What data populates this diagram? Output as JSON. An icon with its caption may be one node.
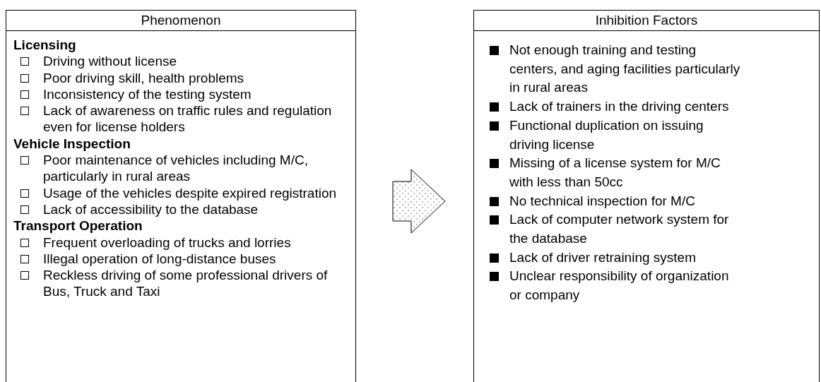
{
  "diagram": {
    "nodes": [
      {
        "text": [
          "Phenomenon",
          "Licensing",
          "Driving without license",
          "Poor driving skill, health problems",
          "Inconsistency of the testing system",
          "Lack of awareness on traffic rules and regulation even for license holders",
          "Vehicle Inspection",
          "Poor maintenance of vehicles including M/C, particularly in rural areas",
          "Usage of the vehicles despite expired registration",
          "Lack of accessibility to the database",
          "Transport Operation",
          "Frequent overloading of trucks and lorries",
          "Illegal operation of long-distance buses",
          "Reckless driving of some professional drivers of Bus, Truck and Taxi"
        ]
      },
      {
        "text": [
          "Inhibition Factors",
          "Not enough training and testing centers, and aging facilities particularly in rural areas",
          "Lack of trainers in the driving centers",
          "Functional duplication on issuing driving license",
          "Missing of a license system for M/C with less than 50cc",
          "No technical inspection for M/C",
          "Lack of computer network system for the database",
          "Lack of driver retraining system",
          "Unclear responsibility of organization or company"
        ]
      }
    ],
    "edges": [
      {
        "from": 0,
        "to": 1,
        "arrow": "to"
      }
    ]
  }
}
